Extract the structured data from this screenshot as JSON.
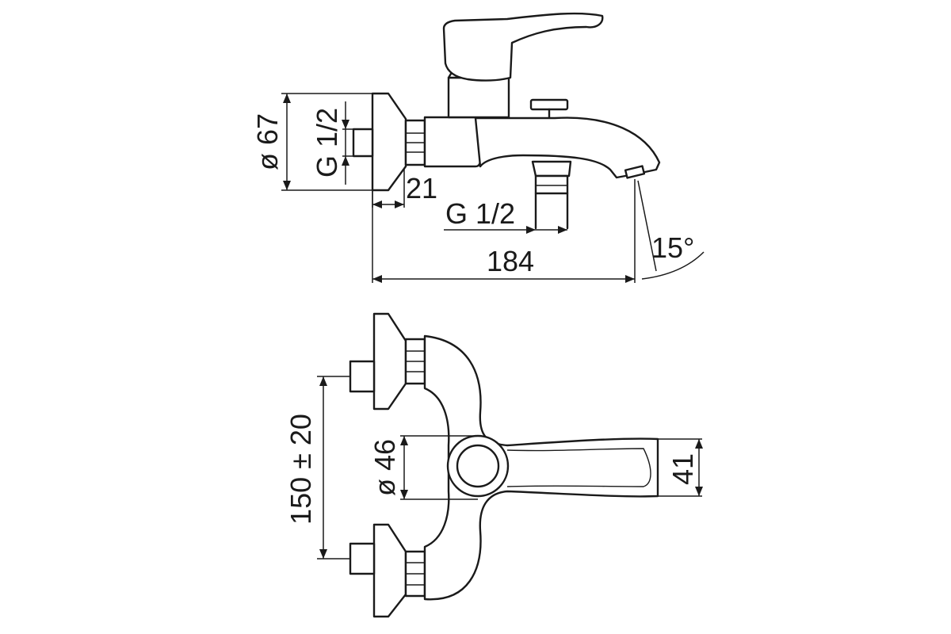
{
  "drawing": {
    "side_view": {
      "dims": {
        "flange_diameter": "ø 67",
        "inlet_thread": "G 1/2",
        "connector_length": "21",
        "outlet_thread": "G 1/2",
        "overall_length": "184",
        "spout_angle": "15°"
      }
    },
    "top_view": {
      "dims": {
        "center_distance": "150 ± 20",
        "body_diameter": "ø 46",
        "handle_width": "41"
      }
    },
    "colors": {
      "line": "#1a1a1a",
      "background": "#ffffff"
    }
  }
}
